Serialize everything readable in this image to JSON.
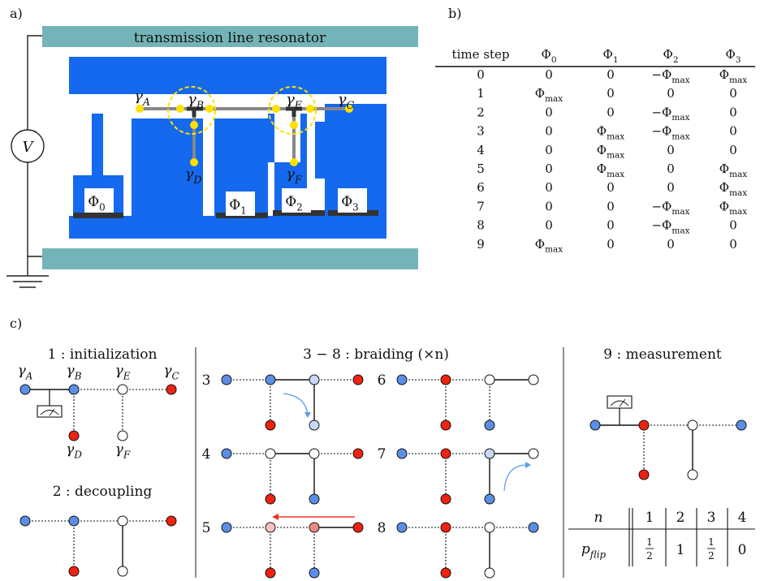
{
  "panel_labels": {
    "a": "a)",
    "b": "b)",
    "c": "c)"
  },
  "panel_a": {
    "resonator_label": "transmission line resonator",
    "voltage_label": "V",
    "gammas": {
      "A": "γ",
      "B": "γ",
      "C": "γ",
      "D": "γ",
      "E": "γ",
      "F": "γ"
    },
    "gamma_subs": {
      "A": "A",
      "B": "B",
      "C": "C",
      "D": "D",
      "E": "E",
      "F": "F"
    },
    "flux_labels": [
      {
        "main": "Φ",
        "sub": "0"
      },
      {
        "main": "Φ",
        "sub": "1"
      },
      {
        "main": "Φ",
        "sub": "2"
      },
      {
        "main": "Φ",
        "sub": "3"
      }
    ],
    "colors": {
      "chip": "#1469ee",
      "resonator": "#74b4b8",
      "wire": "#888888",
      "node": "#ffe000"
    }
  },
  "panel_b": {
    "headers": [
      "time step",
      "Φ0",
      "Φ1",
      "Φ2",
      "Φ3"
    ],
    "rows": [
      [
        "0",
        "0",
        "0",
        "−Φmax",
        "Φmax"
      ],
      [
        "1",
        "Φmax",
        "0",
        "0",
        "0"
      ],
      [
        "2",
        "0",
        "0",
        "−Φmax",
        "0"
      ],
      [
        "3",
        "0",
        "Φmax",
        "−Φmax",
        "0"
      ],
      [
        "4",
        "0",
        "Φmax",
        "0",
        "0"
      ],
      [
        "5",
        "0",
        "Φmax",
        "0",
        "Φmax"
      ],
      [
        "6",
        "0",
        "0",
        "0",
        "Φmax"
      ],
      [
        "7",
        "0",
        "0",
        "−Φmax",
        "Φmax"
      ],
      [
        "8",
        "0",
        "0",
        "−Φmax",
        "0"
      ],
      [
        "9",
        "Φmax",
        "0",
        "0",
        "0"
      ]
    ]
  },
  "panel_c": {
    "init_title": "1 : initialization",
    "decoupling_title": "2 : decoupling",
    "braiding_title": "3 − 8 : braiding (×n)",
    "measurement_title": "9 : measurement",
    "step_numbers": [
      "3",
      "4",
      "5",
      "6",
      "7",
      "8"
    ],
    "p_table": {
      "n_label": "n",
      "p_label": "p",
      "p_sub": "flip",
      "n": [
        "1",
        "2",
        "3",
        "4"
      ],
      "p": [
        "1/2",
        "1",
        "1/2",
        "0"
      ]
    },
    "colors": {
      "blue": "#5b8fe6",
      "red": "#ee2211",
      "light_blue": "#c4d8f2",
      "pink": "#f6c3bd",
      "salmon": "#ee8b80",
      "arrow_blue": "#5b9ee8",
      "arrow_red": "#ee3322"
    }
  }
}
